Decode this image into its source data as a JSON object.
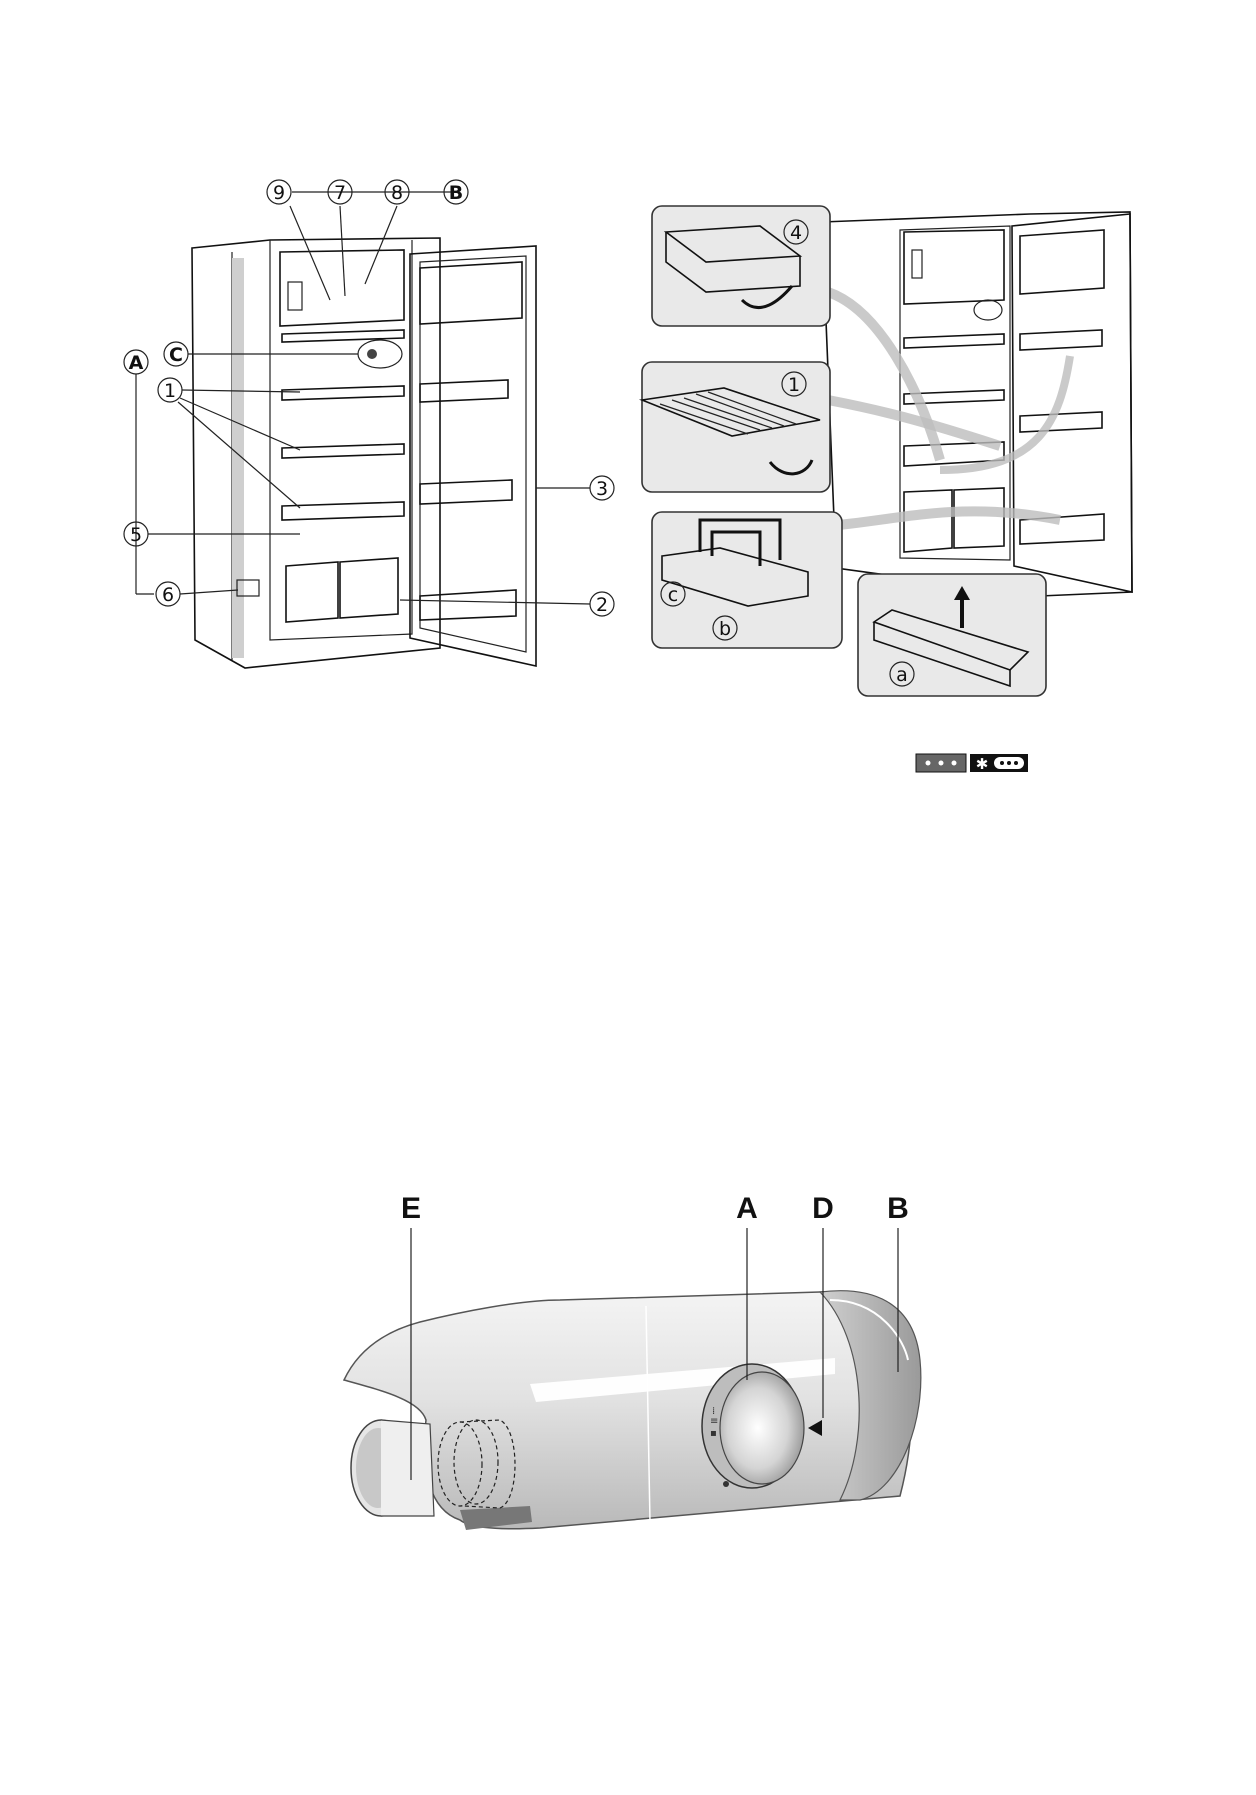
{
  "figure1": {
    "callouts": {
      "c9": "9",
      "c7": "7",
      "c8": "8",
      "cB": "B",
      "cA": "A",
      "cC": "C",
      "c1": "1",
      "c3": "3",
      "c5": "5",
      "c2": "2",
      "c6": "6"
    }
  },
  "figure2": {
    "callouts": {
      "c4": "4",
      "c1": "1",
      "cc": "c",
      "cb": "b",
      "ca": "a"
    }
  },
  "figure3": {
    "labels": {
      "E": "E",
      "A": "A",
      "D": "D",
      "B": "B"
    }
  },
  "icons": [
    "freezer-stars-icon",
    "fridge-star-icon"
  ]
}
